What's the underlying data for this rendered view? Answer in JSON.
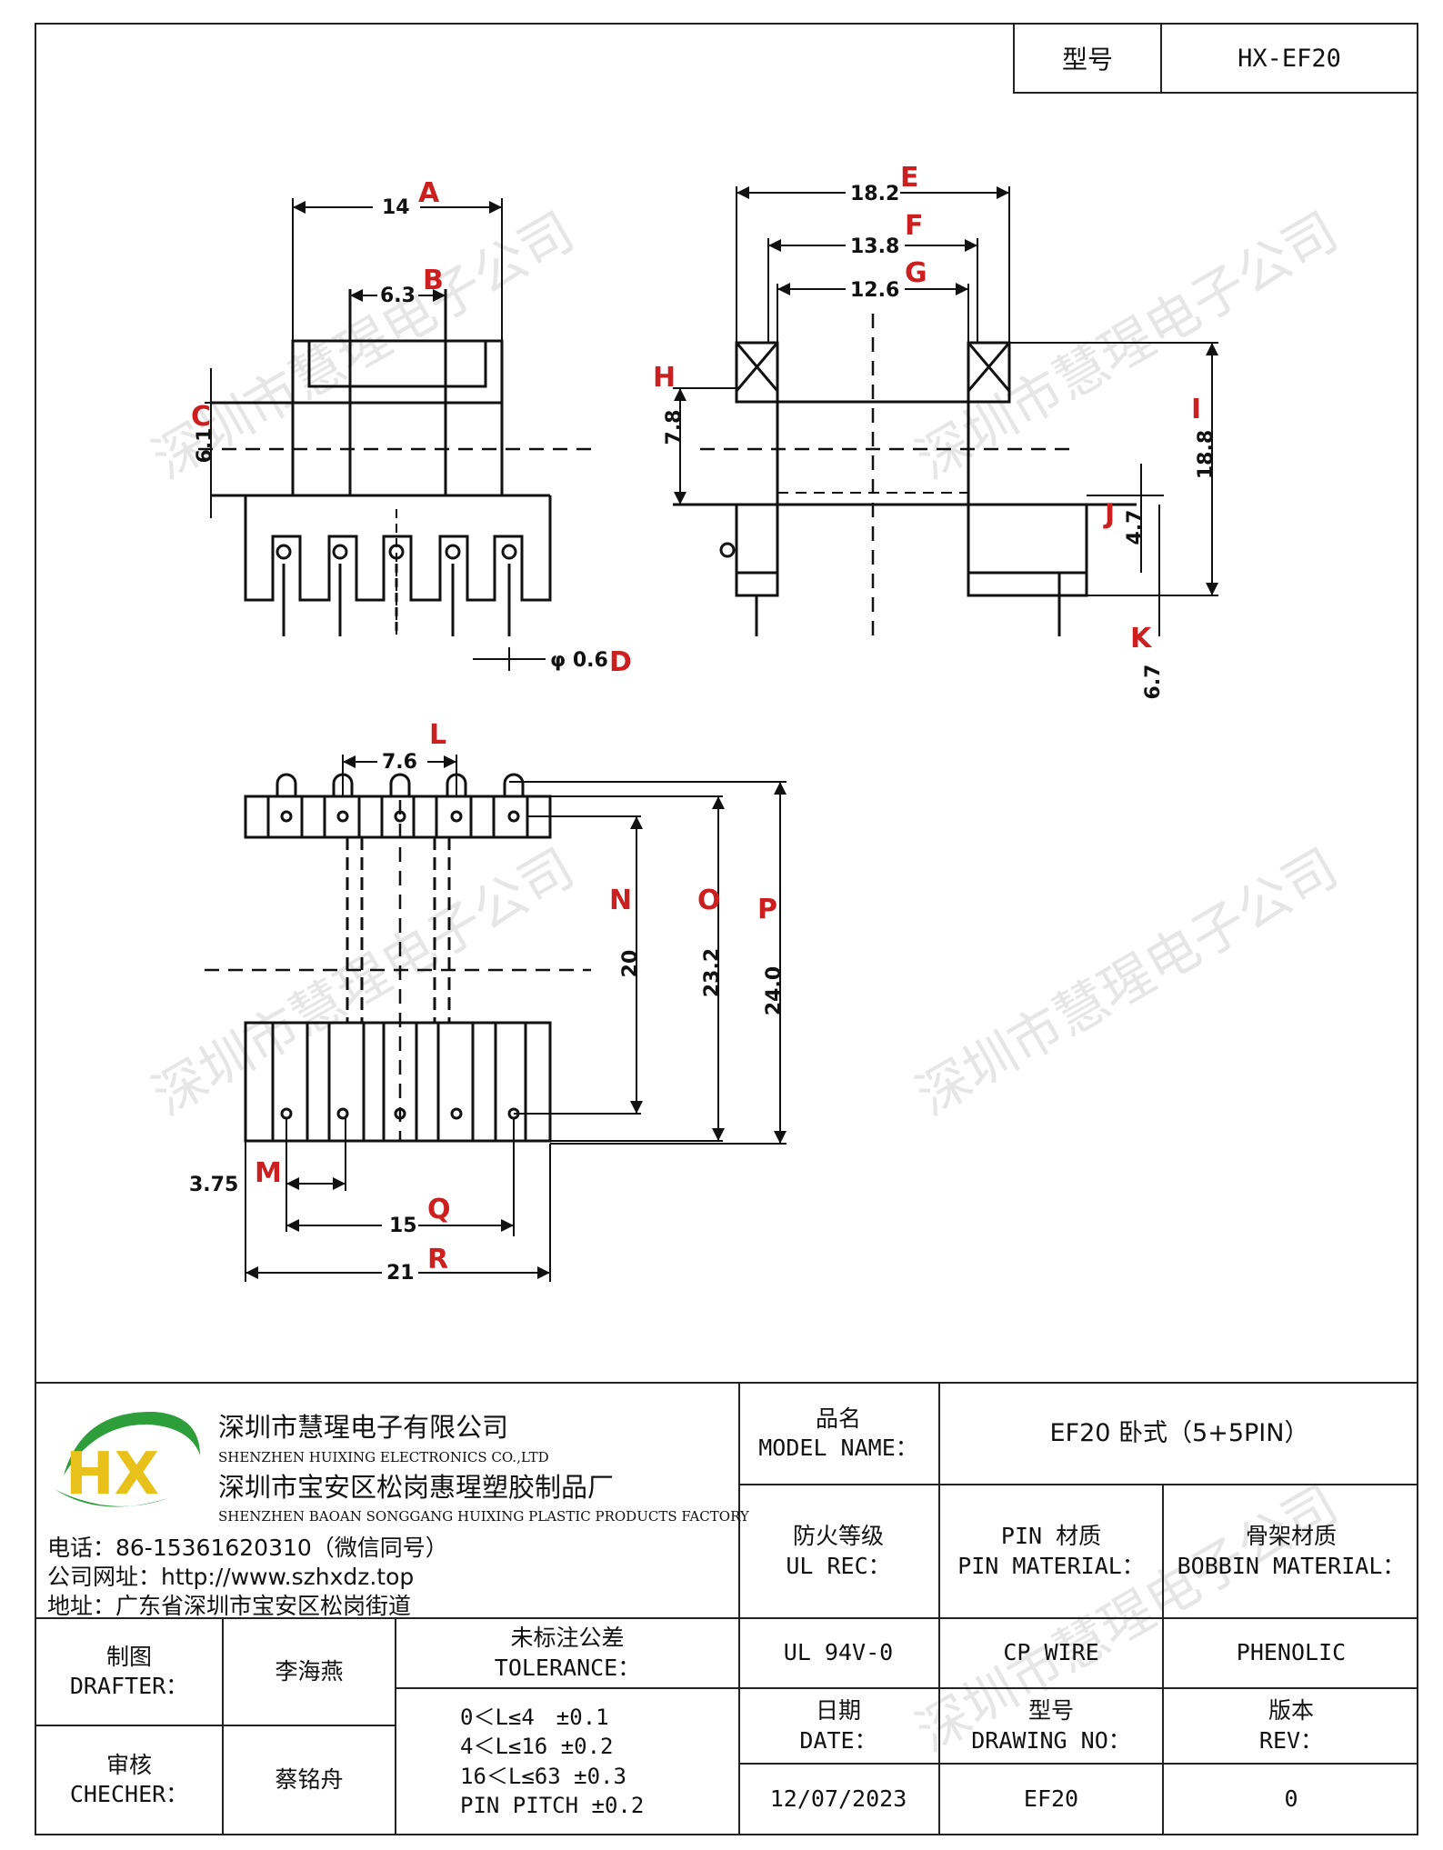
{
  "header": {
    "model_label": "型号",
    "model_value": "HX-EF20"
  },
  "watermark": "深圳市慧瑆电子公司",
  "views": {
    "front": {
      "dims": {
        "A": "14",
        "B": "6.3",
        "C": "6.1",
        "D": "φ 0.6"
      },
      "letters": [
        "A",
        "B",
        "C",
        "D"
      ]
    },
    "side": {
      "dims": {
        "E": "18.2",
        "F": "13.8",
        "G": "12.6",
        "H": "7.8",
        "I": "18.8",
        "J": "4.7",
        "K": "6.7"
      },
      "letters": [
        "E",
        "F",
        "G",
        "H",
        "I",
        "J",
        "K"
      ]
    },
    "bottom": {
      "dims": {
        "L": "7.6",
        "N": "20",
        "O": "23.2",
        "P": "24.0",
        "M": "3.75",
        "Q": "15",
        "R": "21"
      },
      "letters": [
        "L",
        "N",
        "O",
        "P",
        "M",
        "Q",
        "R"
      ]
    }
  },
  "company": {
    "logo_text": "HX",
    "name_cn": "深圳市慧瑆电子有限公司",
    "name_en": "SHENZHEN HUIXING ELECTRONICS CO.,LTD",
    "factory_cn": "深圳市宝安区松岗惠瑆塑胶制品厂",
    "factory_en": "SHENZHEN BAOAN SONGGANG HUIXING PLASTIC PRODUCTS FACTORY",
    "phone": "电话：86-15361620310（微信同号）",
    "website": "公司网址：http://www.szhxdz.top",
    "address": "地址：广东省深圳市宝安区松岗街道"
  },
  "title_block": {
    "product_name_label_cn": "品名",
    "product_name_label_en": "MODEL NAME：",
    "product_name": "EF20 卧式（5+5PIN）",
    "ul_label_cn": "防火等级",
    "ul_label_en": "UL REC：",
    "pin_label_cn": "PIN 材质",
    "pin_label_en": "PIN MATERIAL：",
    "bobbin_label_cn": "骨架材质",
    "bobbin_label_en": "BOBBIN MATERIAL：",
    "ul_value": "UL 94V-0",
    "pin_value": "CP WIRE",
    "bobbin_value": "PHENOLIC",
    "drafter_label_cn": "制图",
    "drafter_label_en": "DRAFTER：",
    "drafter": "李海燕",
    "checker_label_cn": "审核",
    "checker_label_en": "CHECHER：",
    "checker": "蔡铭舟",
    "tolerance_label_cn": "未标注公差",
    "tolerance_label_en": "TOLERANCE：",
    "tolerances": [
      "0＜L≤4　±0.1",
      "4＜L≤16 ±0.2",
      "16＜L≤63 ±0.3",
      "PIN PITCH ±0.2"
    ],
    "date_label_cn": "日期",
    "date_label_en": "DATE：",
    "date": "12/07/2023",
    "drawing_label_cn": "型号",
    "drawing_label_en": "DRAWING NO：",
    "drawing_no": "EF20",
    "rev_label_cn": "版本",
    "rev_label_en": "REV：",
    "rev": "0"
  },
  "colors": {
    "accent_red": "#cc1f1f",
    "line": "#111111",
    "logo_green": "#2e9e3a",
    "logo_yellow": "#e8c21a"
  }
}
